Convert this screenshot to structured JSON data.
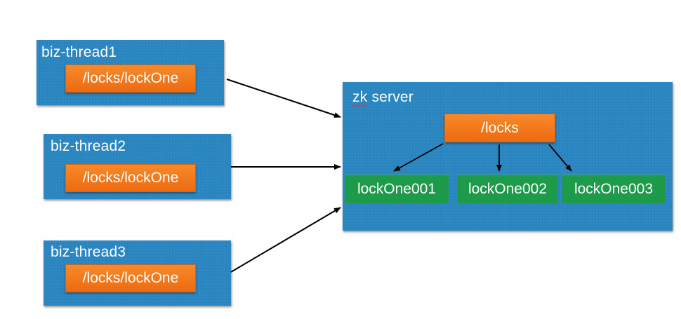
{
  "threads": [
    {
      "title": "biz-thread1",
      "path": "/locks/lockOne"
    },
    {
      "title": "biz-thread2",
      "path": "/locks/lockOne"
    },
    {
      "title": "biz-thread3",
      "path": "/locks/lockOne"
    }
  ],
  "server": {
    "title_part1": "zk",
    "title_part2": " server",
    "root_node": "/locks",
    "children": [
      "lockOne001",
      "lockOne002",
      "lockOne003"
    ]
  },
  "colors": {
    "panel": "#2a86c0",
    "orange_node": "#f27a1d",
    "green_node": "#1d9a4a",
    "arrow": "#000000"
  }
}
